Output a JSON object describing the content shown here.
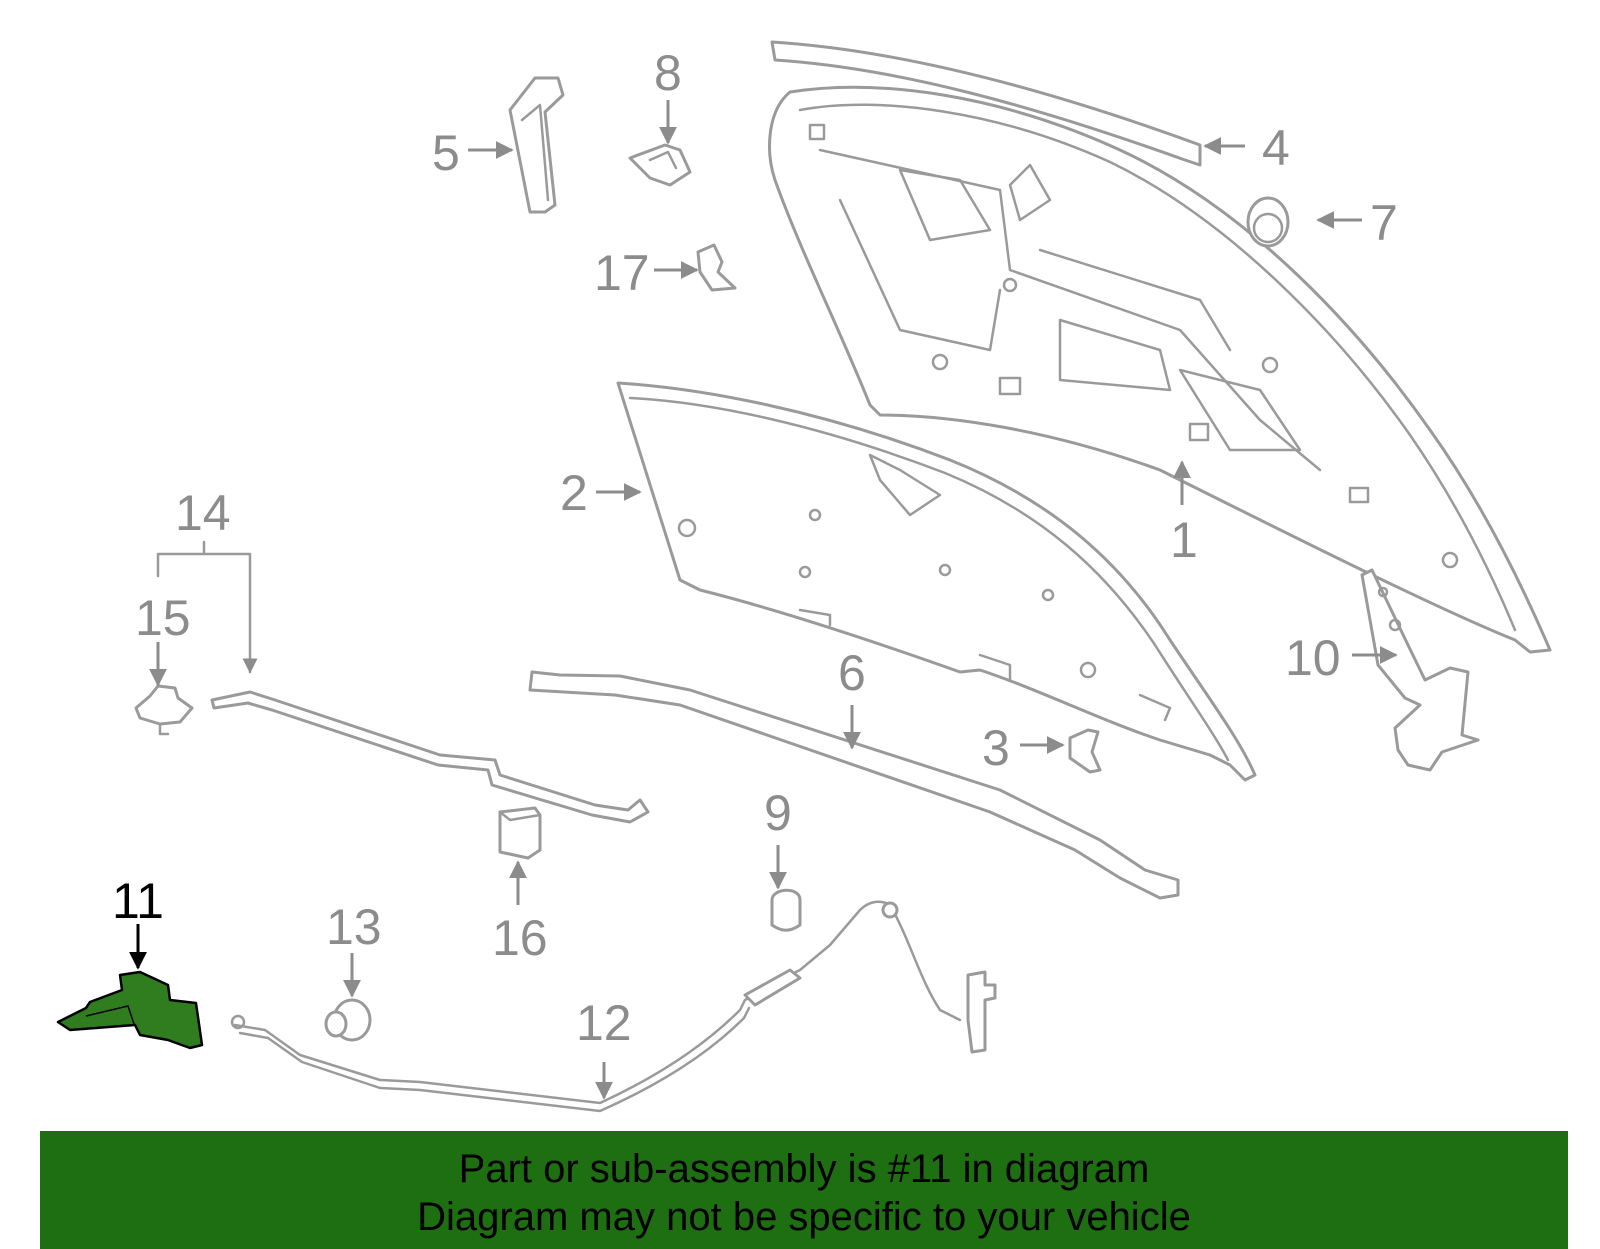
{
  "callouts": {
    "c1": "1",
    "c2": "2",
    "c3": "3",
    "c4": "4",
    "c5": "5",
    "c6": "6",
    "c7": "7",
    "c8": "8",
    "c9": "9",
    "c10": "10",
    "c11": "11",
    "c12": "12",
    "c13": "13",
    "c14": "14",
    "c15": "15",
    "c16": "16",
    "c17": "17"
  },
  "highlight": {
    "part": "11",
    "color": "#2f7d1f"
  },
  "banner": {
    "line1": "Part or sub-assembly is #11 in diagram",
    "line2": "Diagram may not be specific to your vehicle",
    "background": "#1e6e12"
  }
}
